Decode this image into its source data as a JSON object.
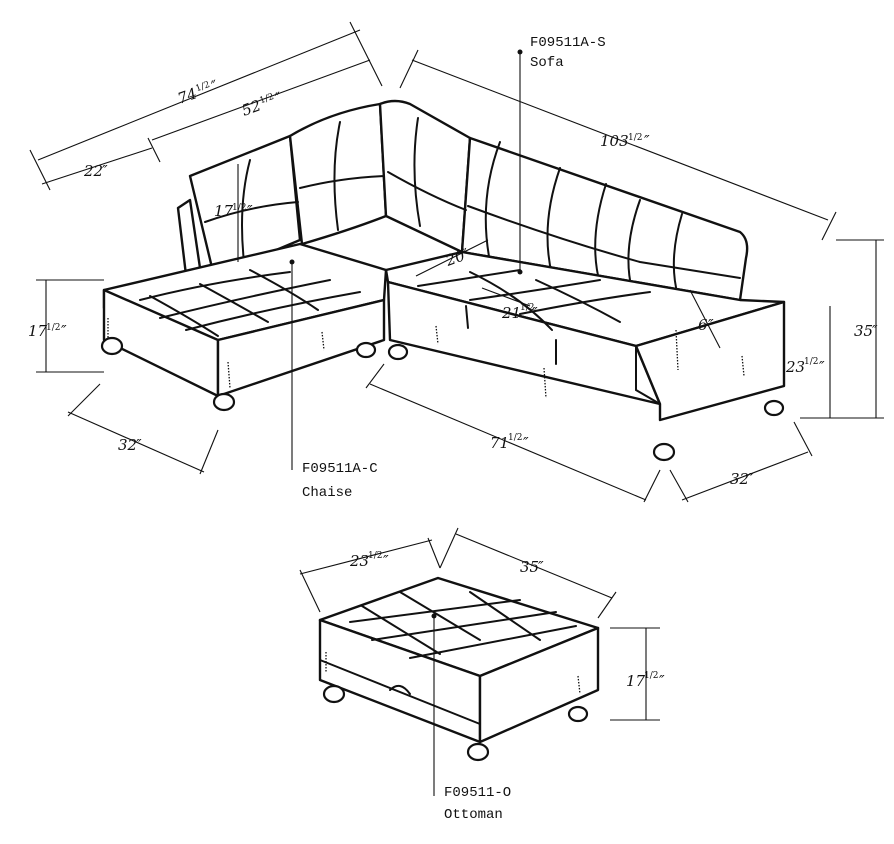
{
  "colors": {
    "ink": "#111111",
    "paper": "#ffffff"
  },
  "products": {
    "sofa": {
      "code": "F09511A-S",
      "name": "Sofa"
    },
    "chaise": {
      "code": "F09511A-C",
      "name": "Chaise"
    },
    "ottoman": {
      "code": "F09511-O",
      "name": "Ottoman"
    }
  },
  "dimensions": [
    {
      "id": "overall-left-width",
      "whole": "74",
      "fraction": "1/2",
      "unit": "″"
    },
    {
      "id": "back-section-width",
      "whole": "52",
      "fraction": "1/2",
      "unit": "″"
    },
    {
      "id": "chaise-back-width",
      "whole": "22",
      "fraction": "",
      "unit": "″"
    },
    {
      "id": "overall-right-width",
      "whole": "103",
      "fraction": "1/2",
      "unit": "″"
    },
    {
      "id": "back-cushion-height",
      "whole": "17",
      "fraction": "1/2",
      "unit": "″"
    },
    {
      "id": "chaise-seat-height",
      "whole": "17",
      "fraction": "1/2",
      "unit": "″"
    },
    {
      "id": "seat-depth",
      "whole": "20",
      "fraction": "",
      "unit": "″"
    },
    {
      "id": "seat-cushion-depth",
      "whole": "21",
      "fraction": "1/2",
      "unit": "″"
    },
    {
      "id": "arm-width",
      "whole": "6",
      "fraction": "",
      "unit": "″"
    },
    {
      "id": "arm-height",
      "whole": "23",
      "fraction": "1/2",
      "unit": "″"
    },
    {
      "id": "overall-height",
      "whole": "35",
      "fraction": "",
      "unit": "″"
    },
    {
      "id": "chaise-depth",
      "whole": "32",
      "fraction": "",
      "unit": "″"
    },
    {
      "id": "front-length",
      "whole": "71",
      "fraction": "1/2",
      "unit": "″"
    },
    {
      "id": "sofa-depth",
      "whole": "32",
      "fraction": "",
      "unit": "″"
    },
    {
      "id": "ottoman-depth",
      "whole": "23",
      "fraction": "1/2",
      "unit": "″"
    },
    {
      "id": "ottoman-width",
      "whole": "35",
      "fraction": "",
      "unit": "″"
    },
    {
      "id": "ottoman-height",
      "whole": "17",
      "fraction": "1/2",
      "unit": "″"
    }
  ]
}
